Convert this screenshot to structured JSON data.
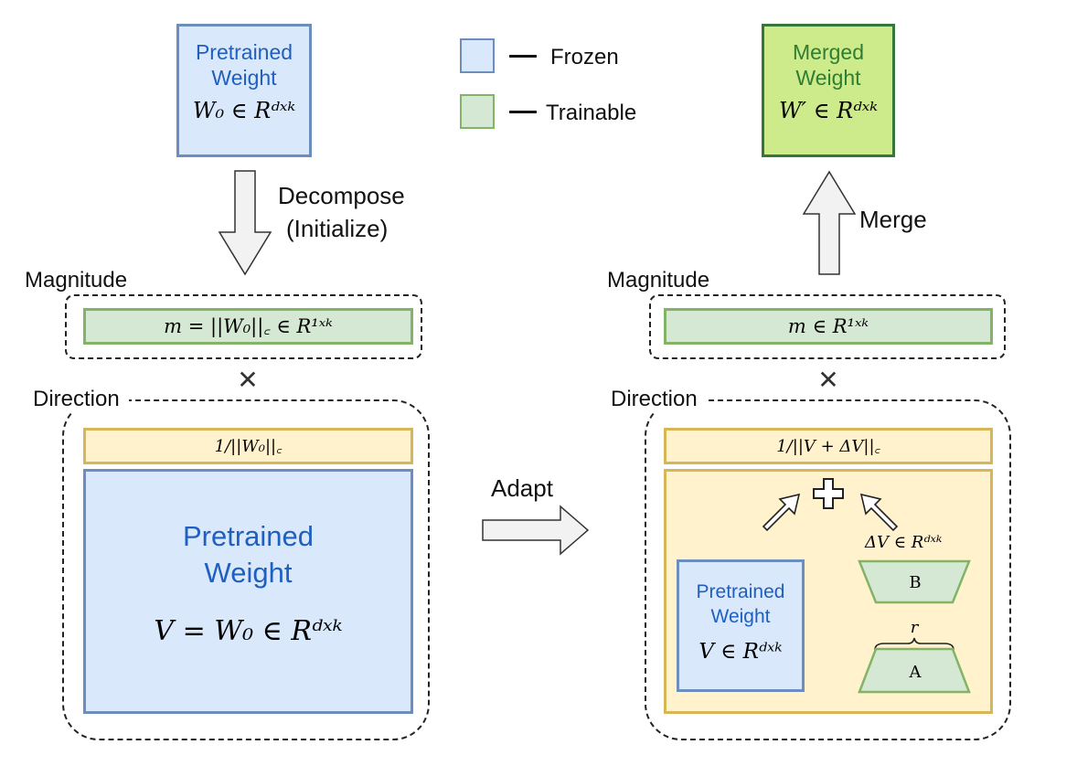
{
  "legend": {
    "frozen_label": "Frozen",
    "trainable_label": "Trainable",
    "dash": "—",
    "colors": {
      "frozen_fill": "#dae8fc",
      "frozen_border": "#6c8ebf",
      "trainable_fill": "#d5e8d4",
      "trainable_border": "#82b366"
    }
  },
  "top_left": {
    "title_line1": "Pretrained",
    "title_line2": "Weight",
    "formula": "W₀ ∈ Rᵈˣᵏ"
  },
  "top_right": {
    "title_line1": "Merged",
    "title_line2": "Weight",
    "formula": "W′ ∈ Rᵈˣᵏ"
  },
  "arrows": {
    "decompose_line1": "Decompose",
    "decompose_line2": "(Initialize)",
    "merge": "Merge",
    "adapt": "Adapt"
  },
  "left": {
    "magnitude_label": "Magnitude",
    "magnitude_formula": "m = ||W₀||꜀ ∈ R¹ˣᵏ",
    "times_symbol": "✕",
    "direction_label": "Direction",
    "norm_formula": "1/||W₀||꜀",
    "weight_line1": "Pretrained",
    "weight_line2": "Weight",
    "weight_formula": "V = W₀ ∈ Rᵈˣᵏ"
  },
  "right": {
    "magnitude_label": "Magnitude",
    "magnitude_formula": "m ∈ R¹ˣᵏ",
    "times_symbol": "✕",
    "direction_label": "Direction",
    "norm_formula": "1/||V + ΔV||꜀",
    "weight_line1": "Pretrained",
    "weight_line2": "Weight",
    "weight_formula": "V ∈ Rᵈˣᵏ",
    "delta_formula": "ΔV ∈ Rᵈˣᵏ",
    "b_label": "B",
    "a_label": "A",
    "r_label": "r",
    "plus_symbol": "+"
  }
}
